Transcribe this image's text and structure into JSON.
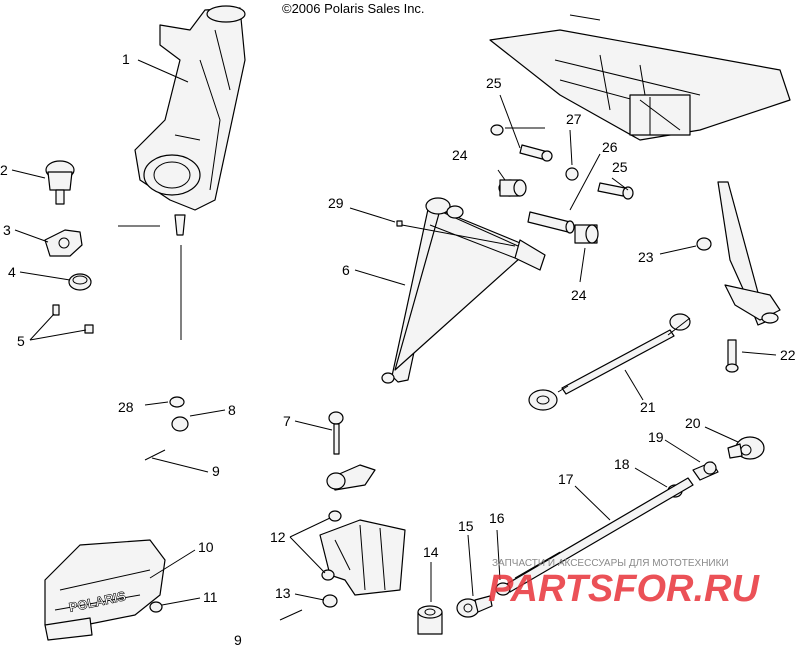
{
  "copyright": "©2006 Polaris Sales Inc.",
  "watermark": {
    "tagline": "ЗАПЧАСТИ И АКСЕССУАРЫ ДЛЯ МОТОТЕХНИКИ",
    "site": "PARTSFOR.RU",
    "color": "#e8333a"
  },
  "guard_brand": "POLARIS",
  "callouts": [
    {
      "id": "c1",
      "label": "1"
    },
    {
      "id": "c2",
      "label": "2"
    },
    {
      "id": "c3",
      "label": "3"
    },
    {
      "id": "c4",
      "label": "4"
    },
    {
      "id": "c5",
      "label": "5"
    },
    {
      "id": "c6",
      "label": "6"
    },
    {
      "id": "c7",
      "label": "7"
    },
    {
      "id": "c8",
      "label": "8"
    },
    {
      "id": "c9a",
      "label": "9"
    },
    {
      "id": "c9b",
      "label": "9"
    },
    {
      "id": "c10",
      "label": "10"
    },
    {
      "id": "c11",
      "label": "11"
    },
    {
      "id": "c12",
      "label": "12"
    },
    {
      "id": "c13",
      "label": "13"
    },
    {
      "id": "c14",
      "label": "14"
    },
    {
      "id": "c15",
      "label": "15"
    },
    {
      "id": "c16",
      "label": "16"
    },
    {
      "id": "c17",
      "label": "17"
    },
    {
      "id": "c18",
      "label": "18"
    },
    {
      "id": "c19",
      "label": "19"
    },
    {
      "id": "c20",
      "label": "20"
    },
    {
      "id": "c21",
      "label": "21"
    },
    {
      "id": "c22",
      "label": "22"
    },
    {
      "id": "c23",
      "label": "23"
    },
    {
      "id": "c24a",
      "label": "24"
    },
    {
      "id": "c24b",
      "label": "24"
    },
    {
      "id": "c25a",
      "label": "25"
    },
    {
      "id": "c25b",
      "label": "25"
    },
    {
      "id": "c26",
      "label": "26"
    },
    {
      "id": "c27",
      "label": "27"
    },
    {
      "id": "c28",
      "label": "28"
    },
    {
      "id": "c29",
      "label": "29"
    }
  ]
}
